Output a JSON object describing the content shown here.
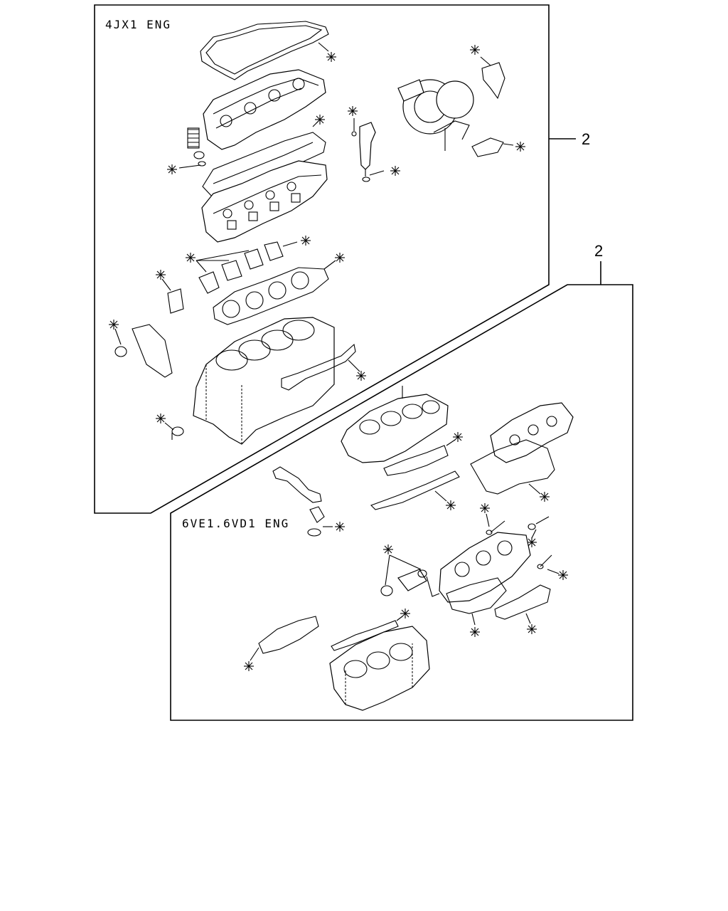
{
  "diagram": {
    "panels": [
      {
        "id": "4jx1",
        "label": "4JX1 ENG"
      },
      {
        "id": "6ve1",
        "label": "6VE1.6VD1 ENG"
      }
    ],
    "callouts": [
      {
        "id": "callout-upper",
        "text": "2"
      },
      {
        "id": "callout-lower",
        "text": "2"
      }
    ],
    "marker_symbol": "asterisk-icon"
  }
}
